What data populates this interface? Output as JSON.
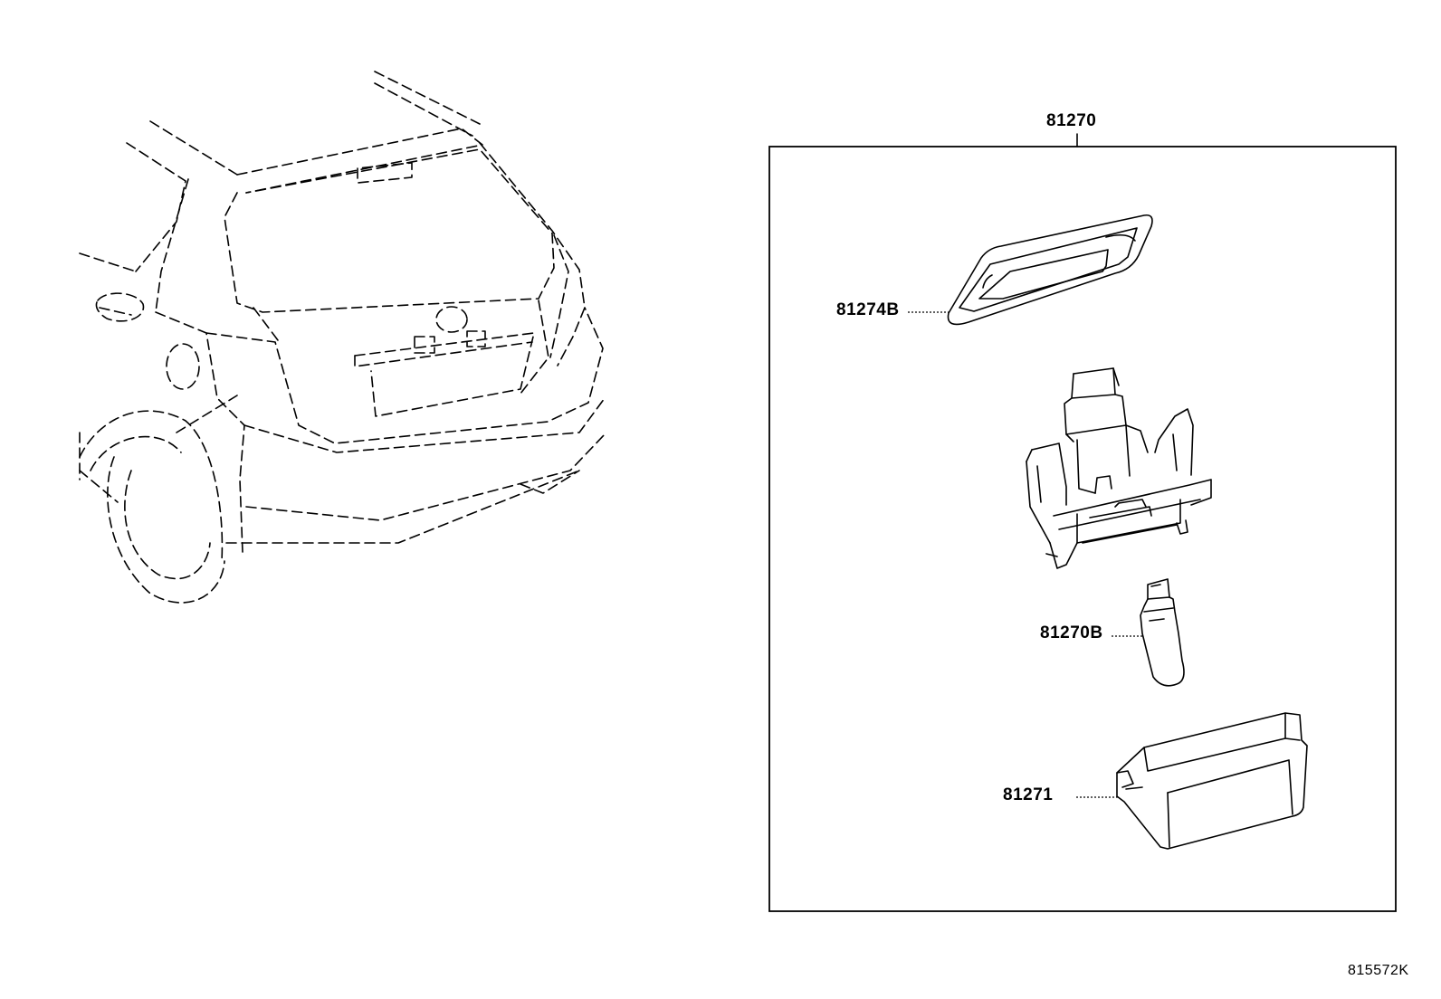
{
  "callouts": {
    "assembly": "81270",
    "lens_gasket": "81274B",
    "bulb": "81270B",
    "lens": "81271"
  },
  "reference_code": "815572K"
}
